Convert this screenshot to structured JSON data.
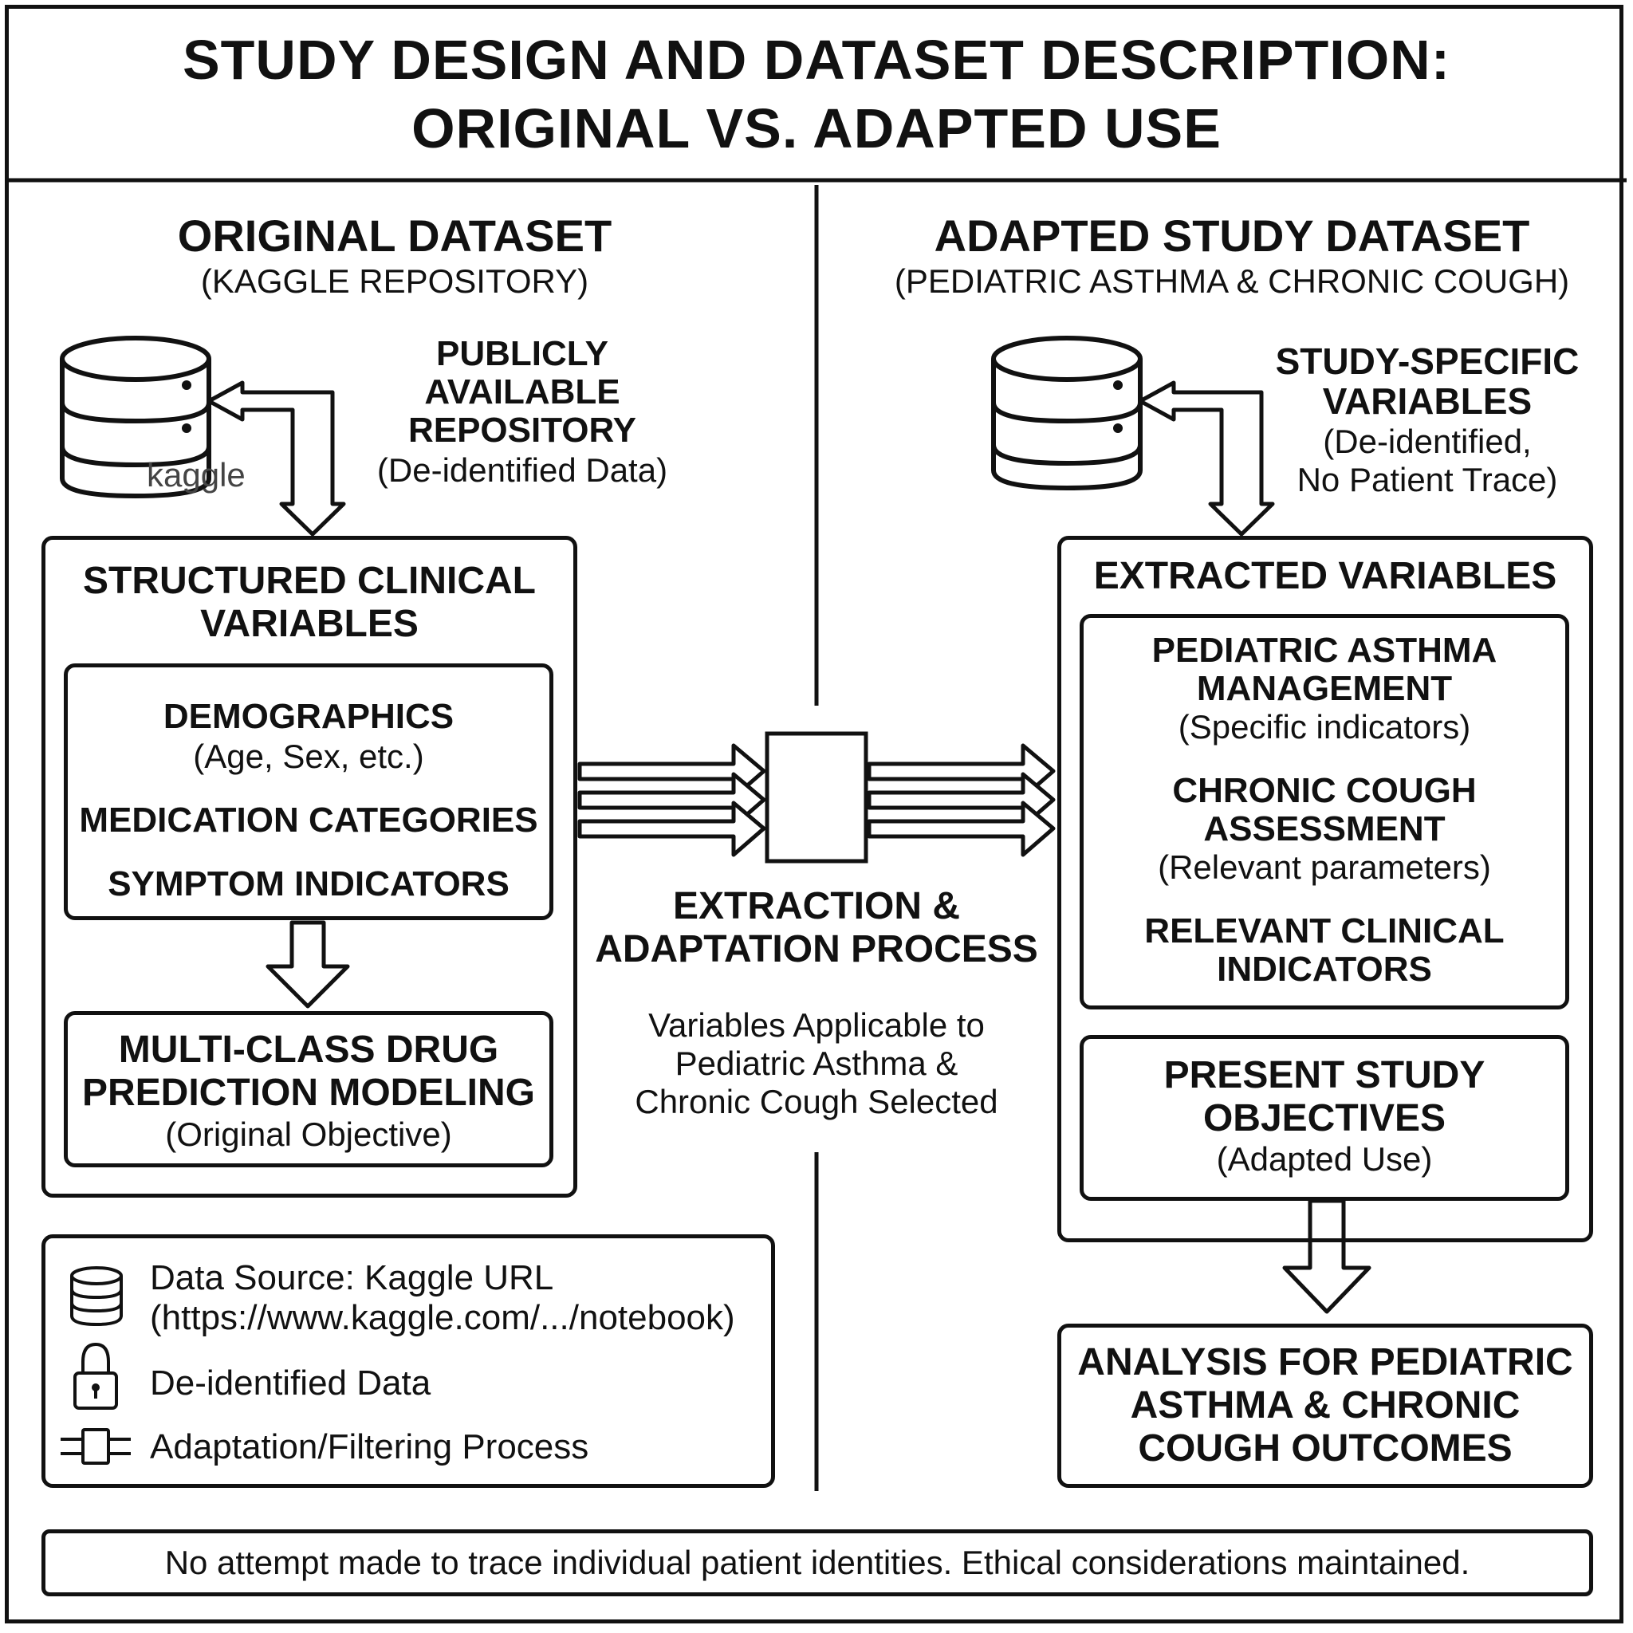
{
  "title": {
    "line1": "STUDY DESIGN AND DATASET DESCRIPTION:",
    "line2": "ORIGINAL VS. ADAPTED USE"
  },
  "original": {
    "heading": "ORIGINAL DATASET",
    "subheading": "(KAGGLE REPOSITORY)",
    "db_logo_text": "kaggle",
    "repo_label": [
      "PUBLICLY",
      "AVAILABLE",
      "REPOSITORY"
    ],
    "repo_note": "(De-identified Data)",
    "structured_title": [
      "STRUCTURED CLINICAL",
      "VARIABLES"
    ],
    "demographics": "DEMOGRAPHICS",
    "demographics_note": "(Age, Sex, etc.)",
    "medication": "MEDICATION CATEGORIES",
    "symptom": "SYMPTOM INDICATORS",
    "modeling": [
      "MULTI-CLASS DRUG",
      "PREDICTION MODELING"
    ],
    "modeling_note": "(Original Objective)"
  },
  "process": {
    "label": [
      "EXTRACTION &",
      "ADAPTATION PROCESS"
    ],
    "note": [
      "Variables Applicable to",
      "Pediatric Asthma &",
      "Chronic Cough Selected"
    ]
  },
  "adapted": {
    "heading": "ADAPTED STUDY DATASET",
    "subheading": "(PEDIATRIC ASTHMA & CHRONIC COUGH)",
    "vars_label": [
      "STUDY-SPECIFIC",
      "VARIABLES"
    ],
    "vars_note": [
      "(De-identified,",
      "No Patient Trace)"
    ],
    "extracted_title": "EXTRACTED VARIABLES",
    "asthma": [
      "PEDIATRIC ASTHMA",
      "MANAGEMENT"
    ],
    "asthma_note": "(Specific indicators)",
    "cough": [
      "CHRONIC COUGH",
      "ASSESSMENT"
    ],
    "cough_note": "(Relevant parameters)",
    "clinical": [
      "RELEVANT CLINICAL",
      "INDICATORS"
    ],
    "objectives": [
      "PRESENT STUDY",
      "OBJECTIVES"
    ],
    "objectives_note": "(Adapted Use)",
    "analysis": [
      "ANALYSIS FOR PEDIATRIC",
      "ASTHMA & CHRONIC",
      "COUGH OUTCOMES"
    ]
  },
  "legend": {
    "source_line1": "Data Source: Kaggle URL",
    "source_line2": "(https://www.kaggle.com/.../notebook)",
    "deidentified": "De-identified Data",
    "process": "Adaptation/Filtering Process",
    "icons": [
      "database-icon",
      "lock-icon",
      "filter-process-icon"
    ]
  },
  "footer": "No attempt made to trace individual patient identities. Ethical considerations maintained."
}
